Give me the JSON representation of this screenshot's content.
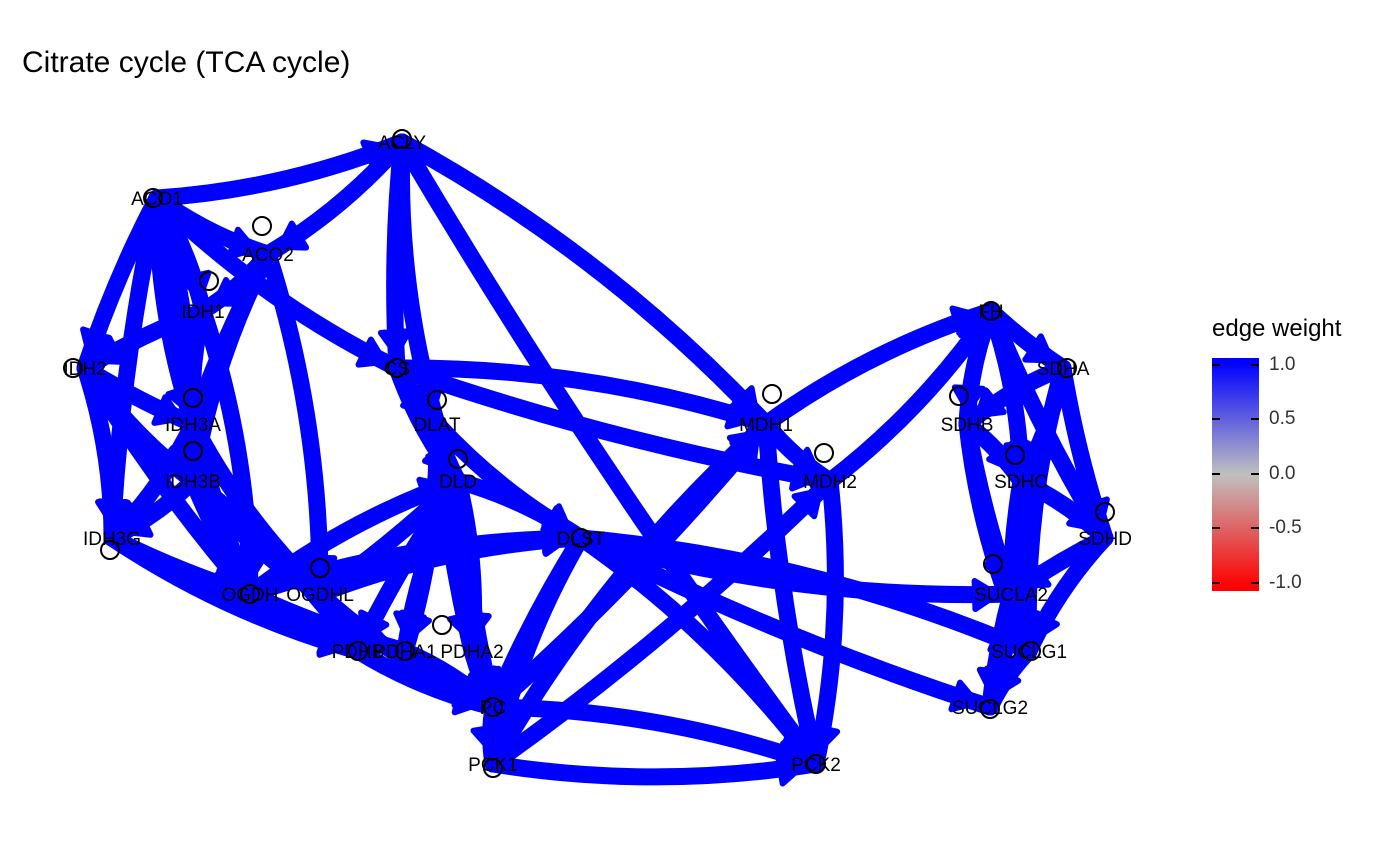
{
  "title": "Citrate cycle (TCA cycle)",
  "legend": {
    "title": "edge weight",
    "ticks": [
      "1.0",
      "0.5",
      "0.0",
      "-0.5",
      "-1.0"
    ],
    "colors": {
      "high": "#0000ff",
      "mid": "#c0c0c0",
      "low": "#ff0000"
    }
  },
  "edge_color": "#0000ff",
  "nodes": [
    {
      "id": "ACLY",
      "label": "ACLY"
    },
    {
      "id": "ACO1",
      "label": "ACO1"
    },
    {
      "id": "ACO2",
      "label": "ACO2"
    },
    {
      "id": "IDH1",
      "label": "IDH1"
    },
    {
      "id": "IDH2",
      "label": "IDH2"
    },
    {
      "id": "IDH3A",
      "label": "IDH3A"
    },
    {
      "id": "IDH3B",
      "label": "IDH3B"
    },
    {
      "id": "IDH3G",
      "label": "IDH3G"
    },
    {
      "id": "OGDH",
      "label": "OGDH"
    },
    {
      "id": "DLST",
      "label": "DLST"
    },
    {
      "id": "OGDHL",
      "label": "OGDHL"
    },
    {
      "id": "CS",
      "label": "CS"
    },
    {
      "id": "DLAT",
      "label": "DLAT"
    },
    {
      "id": "DLD",
      "label": "DLD"
    },
    {
      "id": "PDHB",
      "label": "PDHB"
    },
    {
      "id": "PDHA1",
      "label": "PDHA1"
    },
    {
      "id": "PDHA2",
      "label": "PDHA2"
    },
    {
      "id": "PC",
      "label": "PC"
    },
    {
      "id": "PCK1",
      "label": "PCK1"
    },
    {
      "id": "PCK2",
      "label": "PCK2"
    },
    {
      "id": "MDH1",
      "label": "MDH1"
    },
    {
      "id": "MDH2",
      "label": "MDH2"
    },
    {
      "id": "FH",
      "label": "FH"
    },
    {
      "id": "SDHA",
      "label": "SDHA"
    },
    {
      "id": "SDHB",
      "label": "SDHB"
    },
    {
      "id": "SDHC",
      "label": "SDHC"
    },
    {
      "id": "SDHD",
      "label": "SDHD"
    },
    {
      "id": "SUCLA2",
      "label": "SUCLA2"
    },
    {
      "id": "SUCLG1",
      "label": "SUCLG1"
    },
    {
      "id": "SUCLG2",
      "label": "SUCLG2"
    }
  ],
  "edges": [
    [
      "ACO1",
      "ACLY"
    ],
    [
      "ACLY",
      "ACO2"
    ],
    [
      "ACLY",
      "CS"
    ],
    [
      "ACLY",
      "DLAT"
    ],
    [
      "ACLY",
      "MDH1"
    ],
    [
      "ACLY",
      "PCK2"
    ],
    [
      "ACO1",
      "ACO2"
    ],
    [
      "ACO1",
      "IDH1"
    ],
    [
      "ACO1",
      "IDH2"
    ],
    [
      "ACO1",
      "IDH3A"
    ],
    [
      "ACO1",
      "IDH3B"
    ],
    [
      "ACO1",
      "IDH3G"
    ],
    [
      "ACO1",
      "CS"
    ],
    [
      "ACO2",
      "IDH1"
    ],
    [
      "ACO2",
      "IDH3A"
    ],
    [
      "ACO2",
      "IDH3B"
    ],
    [
      "ACO2",
      "OGDHL"
    ],
    [
      "IDH1",
      "IDH2"
    ],
    [
      "IDH1",
      "IDH3A"
    ],
    [
      "IDH1",
      "OGDH"
    ],
    [
      "IDH2",
      "IDH3A"
    ],
    [
      "IDH2",
      "IDH3B"
    ],
    [
      "IDH2",
      "IDH3G"
    ],
    [
      "IDH2",
      "OGDH"
    ],
    [
      "IDH3A",
      "IDH3B"
    ],
    [
      "IDH3A",
      "IDH3G"
    ],
    [
      "IDH3A",
      "OGDH"
    ],
    [
      "IDH3A",
      "OGDHL"
    ],
    [
      "IDH3B",
      "IDH3G"
    ],
    [
      "IDH3B",
      "OGDH"
    ],
    [
      "IDH3B",
      "OGDHL"
    ],
    [
      "IDH3B",
      "PDHB"
    ],
    [
      "IDH3G",
      "OGDH"
    ],
    [
      "IDH3G",
      "PDHB"
    ],
    [
      "OGDH",
      "DLD"
    ],
    [
      "OGDH",
      "PDHA1"
    ],
    [
      "OGDH",
      "PDHB"
    ],
    [
      "OGDH",
      "DLST"
    ],
    [
      "OGDHL",
      "DLD"
    ],
    [
      "OGDHL",
      "PC"
    ],
    [
      "OGDHL",
      "DLST"
    ],
    [
      "CS",
      "DLAT"
    ],
    [
      "CS",
      "DLD"
    ],
    [
      "CS",
      "MDH1"
    ],
    [
      "CS",
      "MDH2"
    ],
    [
      "DLAT",
      "DLD"
    ],
    [
      "DLAT",
      "PDHA1"
    ],
    [
      "DLAT",
      "PDHA2"
    ],
    [
      "DLAT",
      "DLST"
    ],
    [
      "DLD",
      "DLST"
    ],
    [
      "DLD",
      "PDHB"
    ],
    [
      "DLD",
      "PDHA1"
    ],
    [
      "DLD",
      "PDHA2"
    ],
    [
      "DLD",
      "PC"
    ],
    [
      "PDHB",
      "PC"
    ],
    [
      "PDHA1",
      "PC"
    ],
    [
      "PDHA2",
      "PC"
    ],
    [
      "DLST",
      "SUCLA2"
    ],
    [
      "DLST",
      "SUCLG1"
    ],
    [
      "DLST",
      "SUCLG2"
    ],
    [
      "DLST",
      "PCK1"
    ],
    [
      "DLST",
      "PCK2"
    ],
    [
      "DLST",
      "PC"
    ],
    [
      "PC",
      "PCK1"
    ],
    [
      "PC",
      "PCK2"
    ],
    [
      "PC",
      "MDH1"
    ],
    [
      "PCK1",
      "PCK2"
    ],
    [
      "PCK1",
      "MDH1"
    ],
    [
      "PCK1",
      "MDH2"
    ],
    [
      "MDH1",
      "MDH2"
    ],
    [
      "MDH1",
      "FH"
    ],
    [
      "MDH1",
      "PCK2"
    ],
    [
      "MDH2",
      "FH"
    ],
    [
      "MDH2",
      "PCK2"
    ],
    [
      "FH",
      "SDHA"
    ],
    [
      "FH",
      "SDHB"
    ],
    [
      "FH",
      "SDHC"
    ],
    [
      "FH",
      "SDHD"
    ],
    [
      "SDHA",
      "SDHB"
    ],
    [
      "SDHA",
      "SDHC"
    ],
    [
      "SDHA",
      "SDHD"
    ],
    [
      "SDHA",
      "SUCLG1"
    ],
    [
      "SDHB",
      "SDHC"
    ],
    [
      "SDHB",
      "SUCLA2"
    ],
    [
      "SDHB",
      "SUCLG1"
    ],
    [
      "SDHC",
      "SDHD"
    ],
    [
      "SDHC",
      "SUCLA2"
    ],
    [
      "SDHC",
      "SUCLG1"
    ],
    [
      "SDHC",
      "SUCLG2"
    ],
    [
      "SDHD",
      "SUCLA2"
    ],
    [
      "SDHD",
      "SUCLG1"
    ],
    [
      "SUCLA2",
      "SUCLG1"
    ],
    [
      "SUCLA2",
      "SUCLG2"
    ],
    [
      "SUCLG1",
      "SUCLG2"
    ]
  ]
}
